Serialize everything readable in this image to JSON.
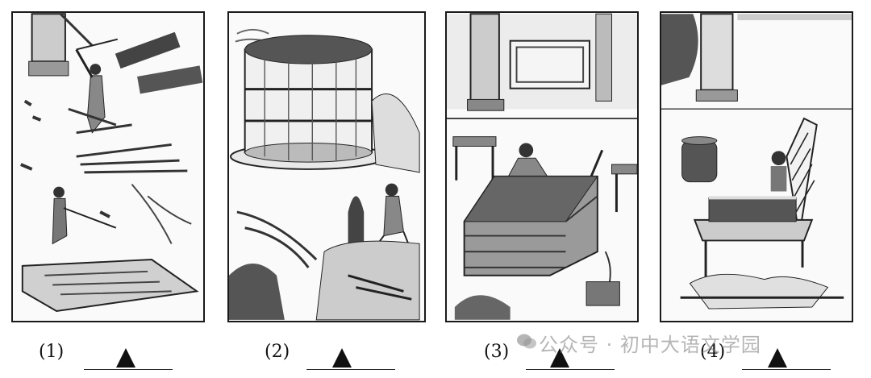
{
  "captions": [
    {
      "label": "(1)",
      "answer_marker": "▲"
    },
    {
      "label": "(2)",
      "answer_marker": "▲"
    },
    {
      "label": "(3)",
      "answer_marker": "▲"
    },
    {
      "label": "(4)",
      "answer_marker": "▲"
    }
  ],
  "watermark": {
    "text": "公众号 · 初中大语文学园",
    "icon": "wechat-icon"
  },
  "panels": [
    {
      "icon": "cutting-bamboo-illustration"
    },
    {
      "icon": "steaming-bamboo-illustration"
    },
    {
      "icon": "pouring-pulp-illustration"
    },
    {
      "icon": "drying-paper-illustration"
    }
  ]
}
